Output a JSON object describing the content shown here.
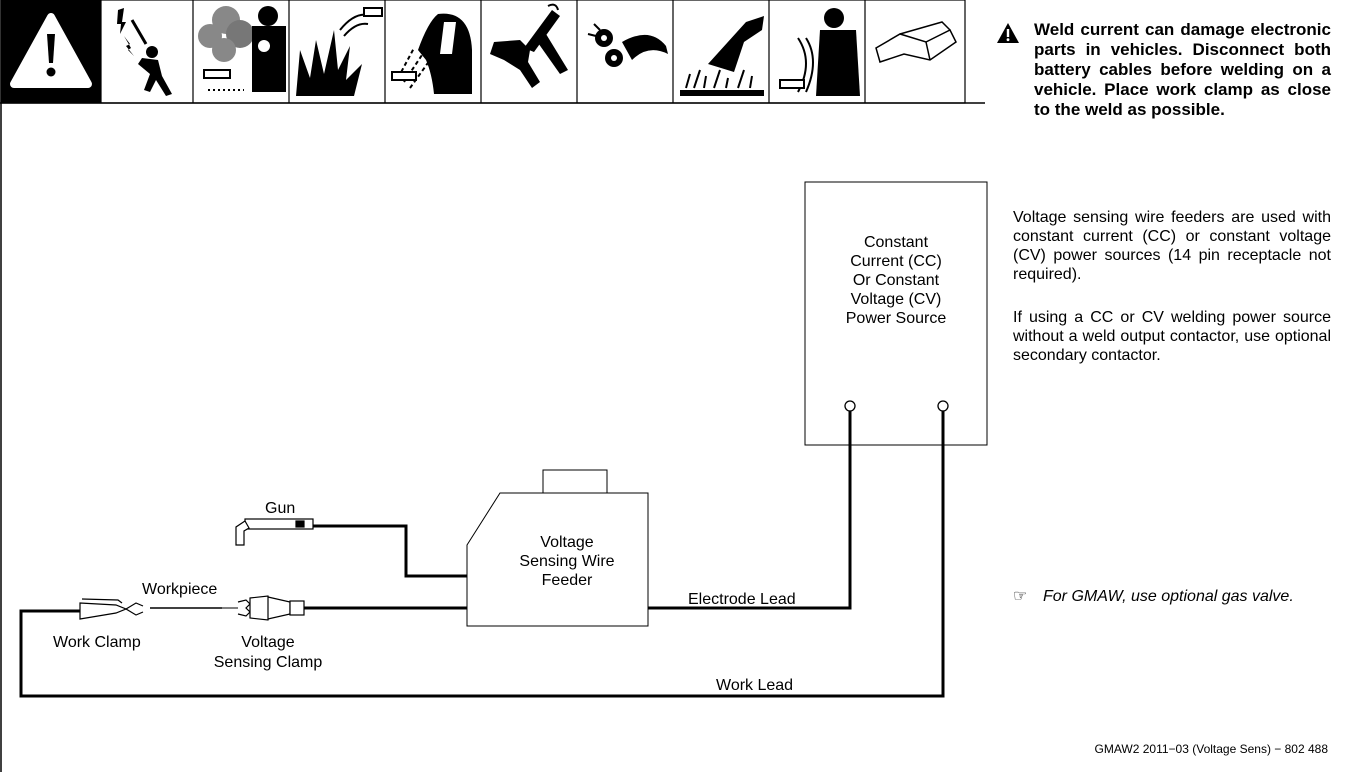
{
  "header": {
    "icons": [
      "warning-icon",
      "electric-shock-icon",
      "fumes-gases-icon",
      "fire-explosion-icon",
      "arc-rays-icon",
      "hot-parts-icon",
      "moving-parts-icon",
      "hot-surface-sparks-icon",
      "emf-icon",
      "safety-glasses-icon"
    ]
  },
  "warning": {
    "text": "Weld current can damage electronic parts in vehicles. Disconnect both battery cables before welding on a vehicle. Place work clamp as close to the weld as possible."
  },
  "paragraphs": {
    "p1": "Voltage sensing wire feeders are used with constant current (CC) or constant voltage (CV) power sources (14 pin receptacle not required).",
    "p2": "If using a CC or CV welding power source without a weld output contactor, use optional secondary contactor.",
    "note": "For GMAW, use optional gas valve."
  },
  "diagram": {
    "power_source": [
      "Constant",
      "Current (CC)",
      "Or Constant",
      "Voltage (CV)",
      "Power Source"
    ],
    "wire_feeder": [
      "Voltage",
      "Sensing Wire",
      "Feeder"
    ],
    "gun": "Gun",
    "workpiece": "Workpiece",
    "electrode_lead": "Electrode Lead",
    "work_clamp": "Work Clamp",
    "sensing_clamp": [
      "Voltage",
      "Sensing Clamp"
    ],
    "work_lead": "Work Lead"
  },
  "footer": "GMAW2 2011−03 (Voltage Sens) − 802 488"
}
